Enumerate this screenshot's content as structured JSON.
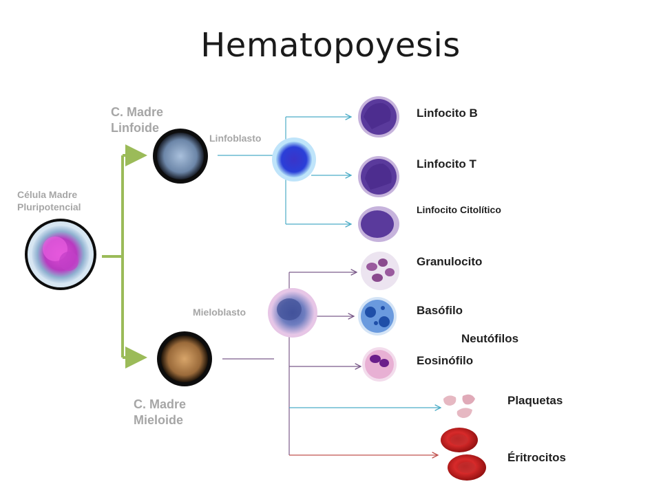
{
  "title": "Hematopoyesis",
  "stem": {
    "line1": "Célula Madre",
    "line2": "Pluripotencial"
  },
  "lymphoid": {
    "line1": "C. Madre",
    "line2": "Linfoide"
  },
  "myeloid": {
    "line1": "C. Madre",
    "line2": "Mieloide"
  },
  "lymphoblast": "Linfoblasto",
  "myeloblast": "Mieloblasto",
  "cells": {
    "b": "Linfocito B",
    "t": "Linfocito T",
    "nk": "Linfocito Citolítico",
    "granulocyte": "Granulocito",
    "basophil": "Basófilo",
    "neutrophil": "Neutófilos",
    "eosinophil": "Eosinófilo",
    "platelets": "Plaquetas",
    "erythrocytes": "Éritrocitos"
  },
  "colors": {
    "green_branch": "#9bbb59",
    "lymph_branch": "#4bacc6",
    "myelo_branch": "#7b5b8a",
    "platelet_branch": "#4bacc6",
    "erythro_branch": "#c0504d"
  }
}
